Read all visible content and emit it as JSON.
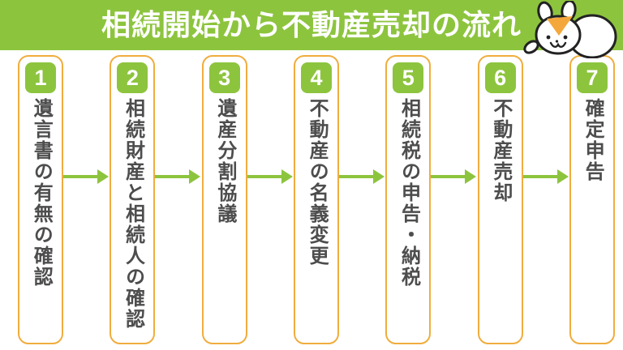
{
  "header": {
    "title": "相続開始から不動産売却の流れ"
  },
  "steps": [
    {
      "number": "1",
      "label": "遺言書の有無の確認"
    },
    {
      "number": "2",
      "label": "相続財産と相続人の確認"
    },
    {
      "number": "3",
      "label": "遺産分割協議"
    },
    {
      "number": "4",
      "label": "不動産の名義変更"
    },
    {
      "number": "5",
      "label": "相続税の申告・納税"
    },
    {
      "number": "6",
      "label": "不動産売却"
    },
    {
      "number": "7",
      "label": "確定申告"
    }
  ],
  "icons": {
    "mascot": "hamster-mascot"
  },
  "colors": {
    "theme_green": "#8dc43e",
    "border_orange": "#f0ad3e",
    "arrow_green": "#8dc43e",
    "label_gray": "#4d4d4d",
    "title_white": "#ffffff",
    "mascot_patch_orange": "#f4a83c"
  }
}
